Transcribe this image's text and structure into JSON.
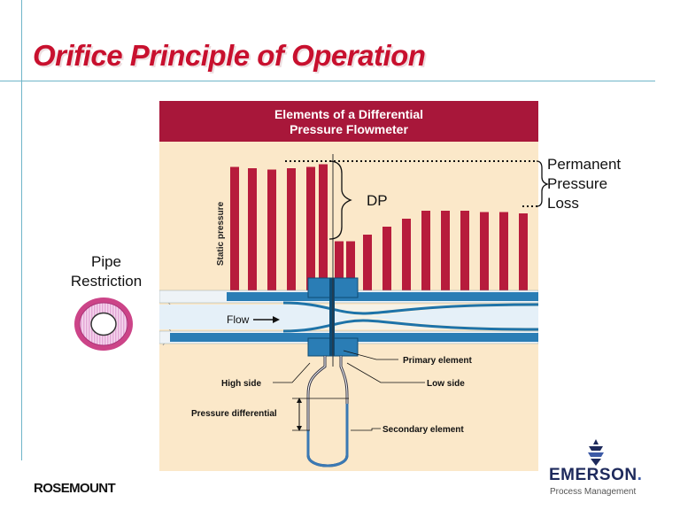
{
  "slide": {
    "title": "Orifice Principle of Operation"
  },
  "figure": {
    "header_line1": "Elements of a Differential",
    "header_line2": "Pressure Flowmeter",
    "static_pressure_label": "Static pressure",
    "flow_label": "Flow",
    "high_side_label": "High side",
    "low_side_label": "Low side",
    "primary_element_label": "Primary element",
    "pressure_differential_label": "Pressure differential",
    "secondary_element_label": "Secondary element",
    "pressure_bars": [
      0.93,
      0.92,
      0.91,
      0.92,
      0.93,
      0.95,
      0.37,
      0.37,
      0.42,
      0.48,
      0.54,
      0.6,
      0.6,
      0.6,
      0.59,
      0.59,
      0.58,
      0.58
    ]
  },
  "annotations": {
    "dp": "DP",
    "ppl_line1": "Permanent",
    "ppl_line2": "Pressure",
    "ppl_line3": "Loss",
    "pipe_line1": "Pipe",
    "pipe_line2": "Restriction"
  },
  "branding": {
    "left_logo": "ROSEMOUNT",
    "right_logo": "EMERSON",
    "right_logo_dot": ".",
    "right_subtitle": "Process Management"
  },
  "colors": {
    "title": "#c8102e",
    "figure_background": "#fbe8c9",
    "figure_header": "#a8173a",
    "bar": "#b71c3c",
    "pipe": "#1e73a8",
    "ring": "#cc4488",
    "emerson_blue": "#1e2a5c"
  }
}
